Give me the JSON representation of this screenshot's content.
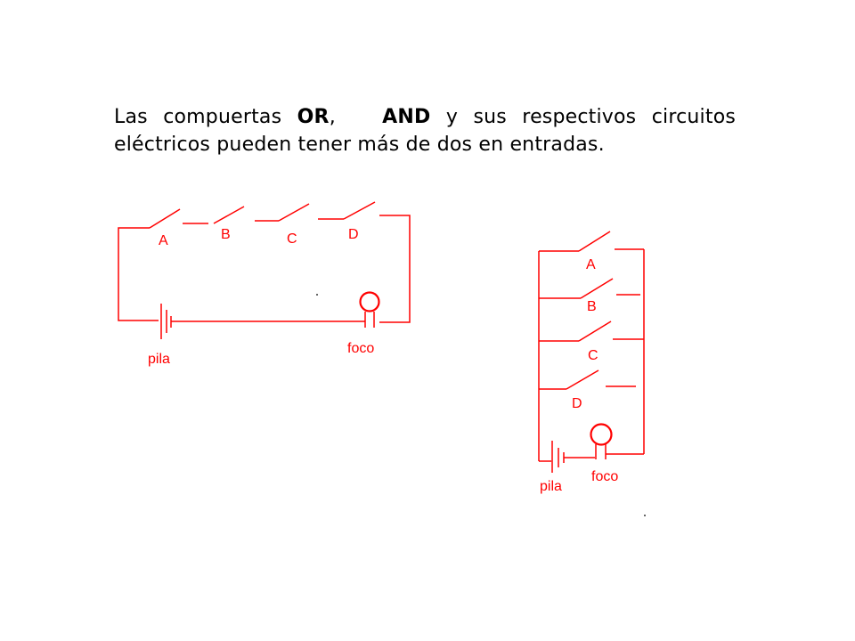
{
  "text": {
    "part1": "Las compuertas ",
    "or": "OR",
    "part2": ",   ",
    "and": "AND",
    "part3": " y sus respectivos circuitos eléctricos pueden tener más de dos en entradas."
  },
  "series_circuit": {
    "switch_labels": [
      "A",
      "B",
      "C",
      "D"
    ],
    "battery_label": "pila",
    "bulb_label": "foco"
  },
  "parallel_circuit": {
    "switch_labels": [
      "A",
      "B",
      "C",
      "D"
    ],
    "battery_label": "pila",
    "bulb_label": "foco"
  },
  "colors": {
    "circuit": "#ff0000",
    "text": "#000000"
  }
}
